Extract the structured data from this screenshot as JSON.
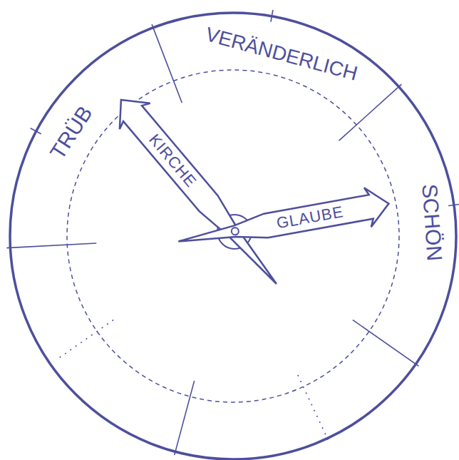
{
  "diagram": {
    "nodes": [
      {
        "text": [
          "KIRCHE"
        ]
      },
      {
        "text": [
          "GLAUBE"
        ]
      }
    ],
    "labels": [
      "TRÜB",
      "VERÄNDERLICH",
      "SCHÖN"
    ]
  }
}
